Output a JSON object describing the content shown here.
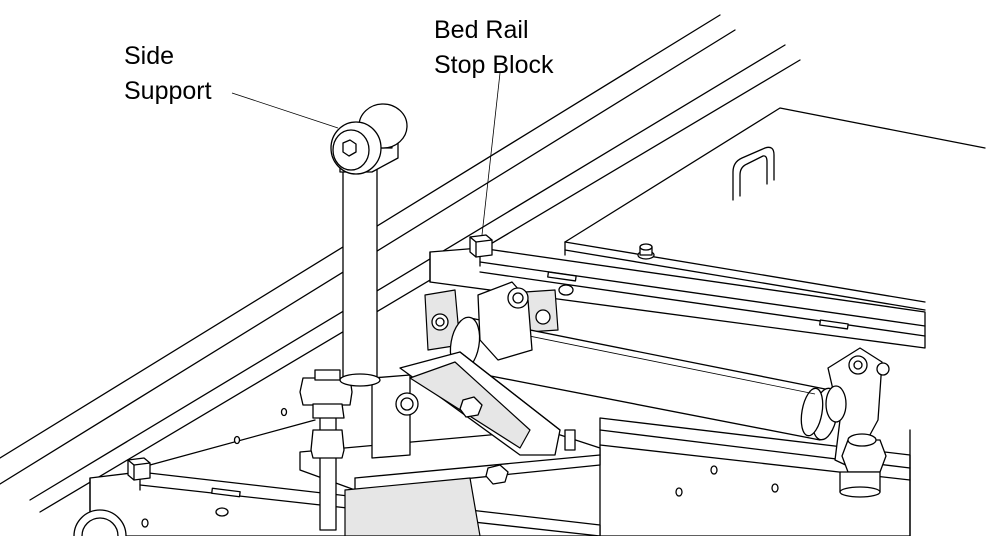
{
  "labels": {
    "side_support": {
      "line1": "Side",
      "line2": "Support"
    },
    "stop_block": {
      "line1": "Bed Rail",
      "line2": "Stop Block"
    }
  },
  "colors": {
    "ink": "#000000",
    "paper": "#ffffff",
    "shade": "#e6e6e6"
  }
}
